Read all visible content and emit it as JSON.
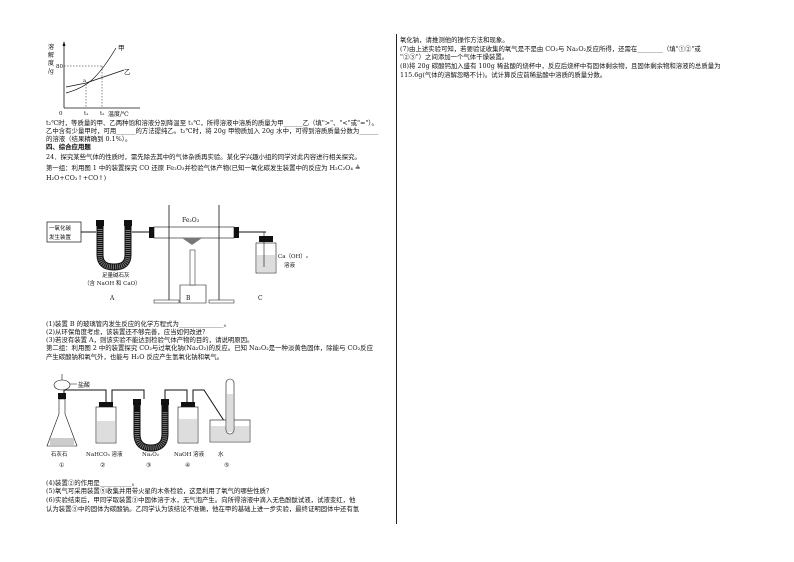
{
  "chart": {
    "ylabel": [
      "溶",
      "解",
      "度",
      "/g"
    ],
    "y_tick": "80",
    "x_ticks": [
      "0",
      "t₁",
      "t₂"
    ],
    "xlabel": "温度/℃",
    "curve_a": "甲",
    "curve_b": "乙",
    "point": "a"
  },
  "left": {
    "lines": [
      "t₂℃时，等质量的甲、乙两种饱和溶液分别降温至 t₁℃，所得溶液中溶质的质量为甲______乙（填\">\"、\"<\"或\"=\"）。",
      "乙中含有少量甲时，可用______的方法提纯乙。t₂℃时，将 20g 甲物质加入 20g 水中，可得到溶质质量分数为______",
      "的溶液（结果精确到 0.1%）。",
      "四、综合应用题",
      "24．探究某些气体的性质时，需先除去其中的气体杂质再实验。某化学兴趣小组的同学对此内容进行相关探究。",
      "第一组：利用图 1 中的装置探究 CO 还原 Fe₂O₃并检验气体产物(已知一氧化碳发生装置中的反应为 H₂C₂O₄ ≜",
      "H₂O+CO₂↑+CO↑)"
    ],
    "fig1": {
      "generator": [
        "一氧化碳",
        "发生装置"
      ],
      "fe2o3": "Fe₂O₃",
      "soda_lime": [
        "足量碱石灰",
        "（含 NaOH 和 CaO）"
      ],
      "caoh2": [
        "Ca（OH）₂",
        "溶液"
      ],
      "labels": [
        "A",
        "B",
        "C"
      ]
    },
    "questions1": [
      "(1)装置 B 的玻璃管内发生反应的化学方程式为______________。",
      "(2)从环保角度考虑，该装置还不够完善，应当如何改进？",
      "(3)若没有装置 A，则该实验不能达到检验气体产物的目的，请说明原因。",
      "第二组：利用图 2 中的装置探究 CO₂与过氧化钠(Na₂O₂)的反应。已知 Na₂O₂是一种淡黄色固体，除能与 CO₂反应",
      "产生碳酸钠和氧气外，也能与 H₂O 反应产生氢氧化钠和氧气。"
    ],
    "fig2": {
      "acid": "盐酸",
      "items": [
        "石灰石",
        "NaHCO₃ 溶液",
        "Na₂O₂",
        "NaOH 溶液",
        "水"
      ],
      "nums": [
        "①",
        "②",
        "③",
        "④",
        "⑤"
      ]
    },
    "questions2": [
      "(4)装置②的作用是__________。",
      "(5)氧气可采用装置⑤收集并用带火星的木条检验，这是利用了氧气的哪些性质？",
      "(6)实验结束后，甲同学取装置③中固体溶于水，无气泡产生。向所得溶液中滴入无色酚酞试液，试液变红，他",
      "认为装置③中的固体为碳酸钠。乙同学认为该结论不准确，他在甲的基础上进一步实验，最终证明固体中还有氢"
    ]
  },
  "right": {
    "lines": [
      "氧化钠，请推测他的操作方法和现象。",
      "(7)由上述实验可知，若要验证收集的氧气是不是由 CO₂与 Na₂O₂反应所得，还需在________（填\"①②\"或",
      "\"②③\"）之间添加一个气体干燥装置。",
      "(8)将 20g 碳酸钙加入盛有 100g 稀盐酸的烧杯中，反应后烧杯中有固体剩余物，且固体剩余物和溶液的总质量为",
      "115.6g(气体的溶解忽略不计)。试计算反应前稀盐酸中溶质的质量分数。"
    ]
  }
}
